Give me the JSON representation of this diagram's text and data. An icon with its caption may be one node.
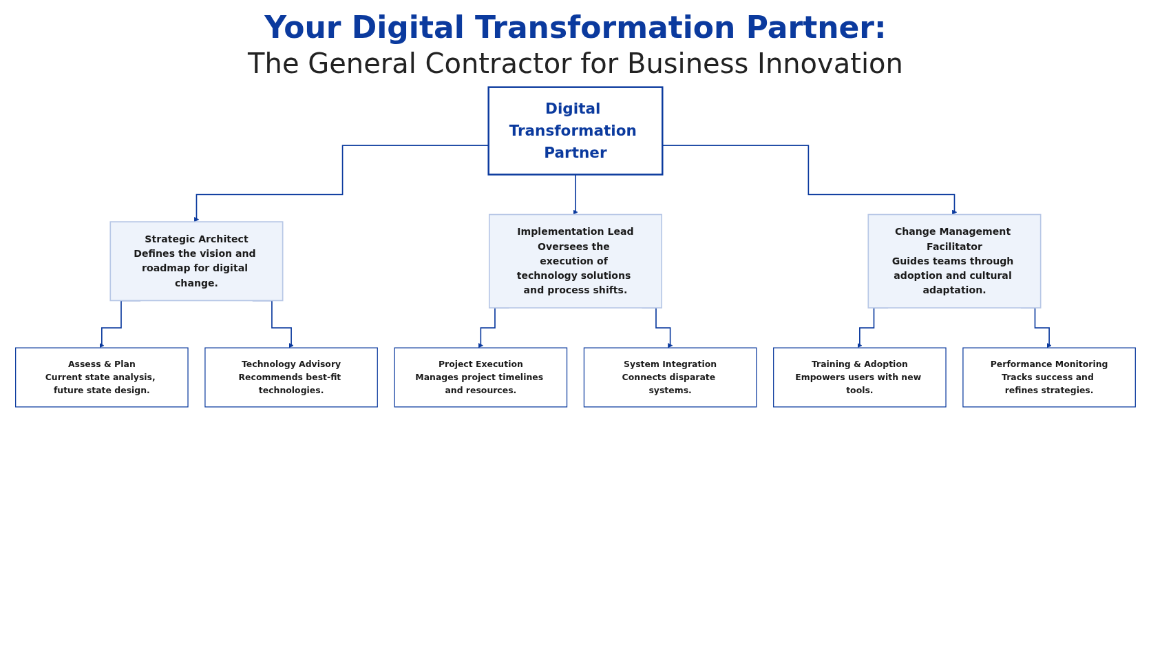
{
  "diagram": {
    "title": "Your Digital Transformation Partner:",
    "nodes": [
      {
        "text": [
          "Digital Transformation Partner"
        ]
      },
      {
        "text": [
          "Strategic Architect",
          "Defines the vision and roadmap for digital change."
        ]
      },
      {
        "text": [
          "Implementation Lead",
          "Oversees the execution of technology solutions and process shifts."
        ]
      },
      {
        "text": [
          "Change Management Facilitator",
          "Guides teams through adoption and cultural adaptation."
        ]
      },
      {
        "text": [
          "Assess & Plan",
          "Current state analysis, future state design."
        ]
      },
      {
        "text": [
          "Technology Advisory",
          "Recommends best-fit technologies."
        ]
      },
      {
        "text": [
          "Project Execution",
          "Manages project timelines and resources."
        ]
      },
      {
        "text": [
          "System Integration",
          "Connects disparate systems."
        ]
      },
      {
        "text": [
          "Training & Adoption",
          "Empowers users with new tools."
        ]
      },
      {
        "text": [
          "Performance Monitoring",
          "Tracks success and refines strategies."
        ]
      }
    ],
    "edges": [
      {
        "from": 0,
        "to": 1,
        "arrow": "to"
      },
      {
        "from": 0,
        "to": 2,
        "arrow": "to"
      },
      {
        "from": 0,
        "to": 3,
        "arrow": "to"
      },
      {
        "from": 1,
        "to": 4,
        "arrow": "to"
      },
      {
        "from": 1,
        "to": 5,
        "arrow": "to"
      },
      {
        "from": 2,
        "to": 6,
        "arrow": "to"
      },
      {
        "from": 2,
        "to": 7,
        "arrow": "to"
      },
      {
        "from": 3,
        "to": 8,
        "arrow": "to"
      },
      {
        "from": 3,
        "to": 9,
        "arrow": "to"
      }
    ],
    "labels": [
      "The General Contractor for Business Innovation"
    ]
  }
}
